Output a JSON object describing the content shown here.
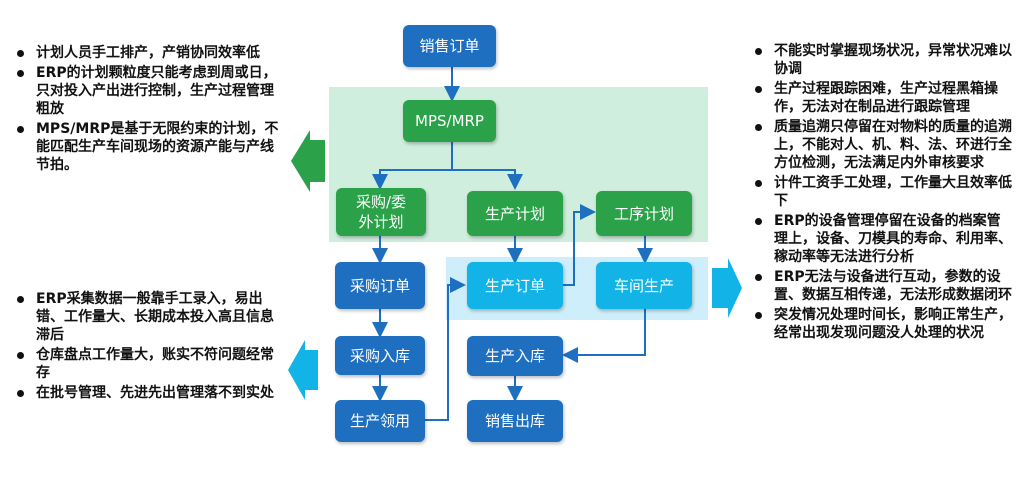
{
  "nodes": {
    "sales_order": "销售订单",
    "mps_mrp": "MPS/MRP",
    "purchase_plan": "采购/委外计划",
    "production_plan": "生产计划",
    "process_plan": "工序计划",
    "purchase_order": "采购订单",
    "production_order": "生产订单",
    "workshop_production": "车间生产",
    "purchase_receipt": "采购入库",
    "production_receipt": "生产入库",
    "production_issue": "生产领用",
    "sales_delivery": "销售出库"
  },
  "left_top_issues": [
    "计划人员手工排产，产销协同效率低",
    "ERP的计划颗粒度只能考虑到周或日，只对投入产出进行控制，生产过程管理粗放",
    "MPS/MRP是基于无限约束的计划，不能匹配生产车间现场的资源产能与产线节拍。"
  ],
  "left_bottom_issues": [
    "ERP采集数据一般靠手工录入，易出错、工作量大、长期成本投入高且信息滞后",
    "仓库盘点工作量大，账实不符问题经常存",
    "在批号管理、先进先出管理落不到实处"
  ],
  "right_issues": [
    "不能实时掌握现场状况，异常状况难以协调",
    "生产过程跟踪困难，生产过程黑箱操作，无法对在制品进行跟踪管理",
    "质量追溯只停留在对物料的质量的追溯上，不能对人、机、料、法、环进行全方位检测，无法满足内外审核要求",
    "计件工资手工处理，工作量大且效率低下",
    "ERP的设备管理停留在设备的档案管理上，设备、刀模具的寿命、利用率、稼动率等无法进行分析",
    "ERP无法与设备进行互动，参数的设置、数据互相传递，无法形成数据闭环",
    "突发情况处理时间长，影响正常生产，经常出现发现问题没人处理的状况"
  ],
  "colors": {
    "blue_box": "#1f6fc0",
    "green_box": "#2ba24a",
    "cyan_box": "#12b3e6",
    "green_zone": "#cfeedd",
    "cyan_zone": "#cdeefa",
    "green_arrow": "#2ba24a",
    "cyan_arrow": "#12b3e6"
  }
}
